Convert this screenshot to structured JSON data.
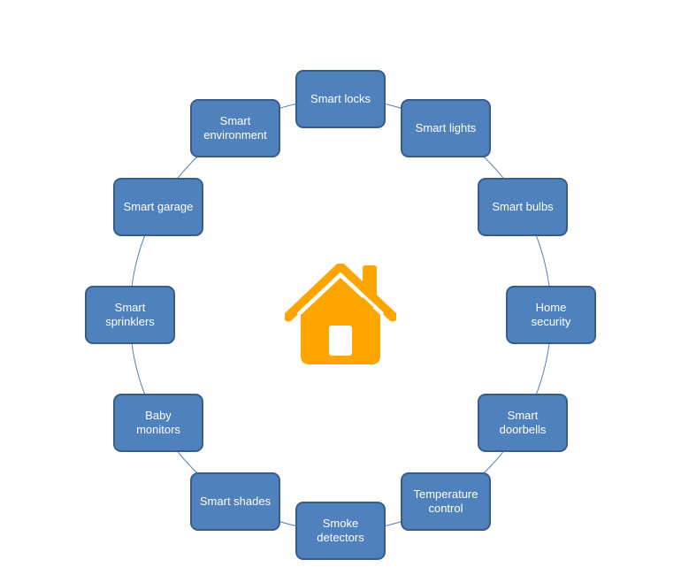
{
  "diagram": {
    "center_icon": "house-icon",
    "colors": {
      "node_fill": "#4f81bd",
      "node_border": "#385d8a",
      "node_text": "#ffffff",
      "ring_line": "#4f81bd",
      "icon": "#ffa500"
    },
    "nodes": [
      {
        "label": "Smart locks"
      },
      {
        "label": "Smart lights"
      },
      {
        "label": "Smart bulbs"
      },
      {
        "label": "Home\nsecurity"
      },
      {
        "label": "Smart\ndoorbells"
      },
      {
        "label": "Temperature\ncontrol"
      },
      {
        "label": "Smoke\ndetectors"
      },
      {
        "label": "Smart shades"
      },
      {
        "label": "Baby\nmonitors"
      },
      {
        "label": "Smart\nsprinklers"
      },
      {
        "label": "Smart garage"
      },
      {
        "label": "Smart\nenvironment"
      }
    ]
  }
}
